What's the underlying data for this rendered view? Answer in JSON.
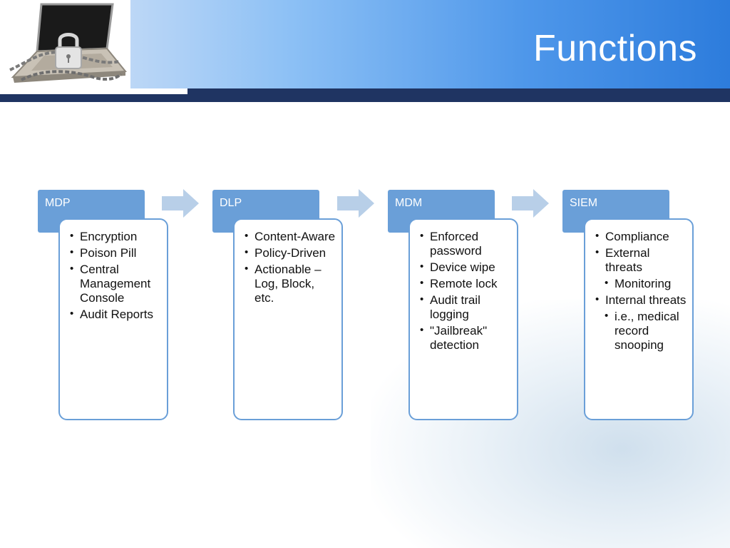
{
  "slide": {
    "title": "Functions"
  },
  "colors": {
    "step_fill": "#6a9fd8",
    "arrow_fill": "#b8cfe8",
    "header_dark": "#1f3462"
  },
  "steps": [
    {
      "label": "MDP",
      "items": [
        {
          "text": "Encryption",
          "level": 1
        },
        {
          "text": "Poison Pill",
          "level": 1
        },
        {
          "text": "Central Management Console",
          "level": 1
        },
        {
          "text": "Audit Reports",
          "level": 1
        }
      ]
    },
    {
      "label": "DLP",
      "items": [
        {
          "text": "Content-Aware",
          "level": 1
        },
        {
          "text": "Policy-Driven",
          "level": 1
        },
        {
          "text": "Actionable – Log, Block, etc.",
          "level": 1
        }
      ]
    },
    {
      "label": "MDM",
      "items": [
        {
          "text": "Enforced password",
          "level": 1
        },
        {
          "text": "Device wipe",
          "level": 1
        },
        {
          "text": "Remote lock",
          "level": 1
        },
        {
          "text": "Audit trail logging",
          "level": 1
        },
        {
          "text": "\"Jailbreak\" detection",
          "level": 1
        }
      ]
    },
    {
      "label": "SIEM",
      "items": [
        {
          "text": "Compliance",
          "level": 1
        },
        {
          "text": "External threats",
          "level": 1
        },
        {
          "text": "Monitoring",
          "level": 2
        },
        {
          "text": "Internal threats",
          "level": 1
        },
        {
          "text": "i.e., medical record snooping",
          "level": 2
        }
      ]
    }
  ]
}
